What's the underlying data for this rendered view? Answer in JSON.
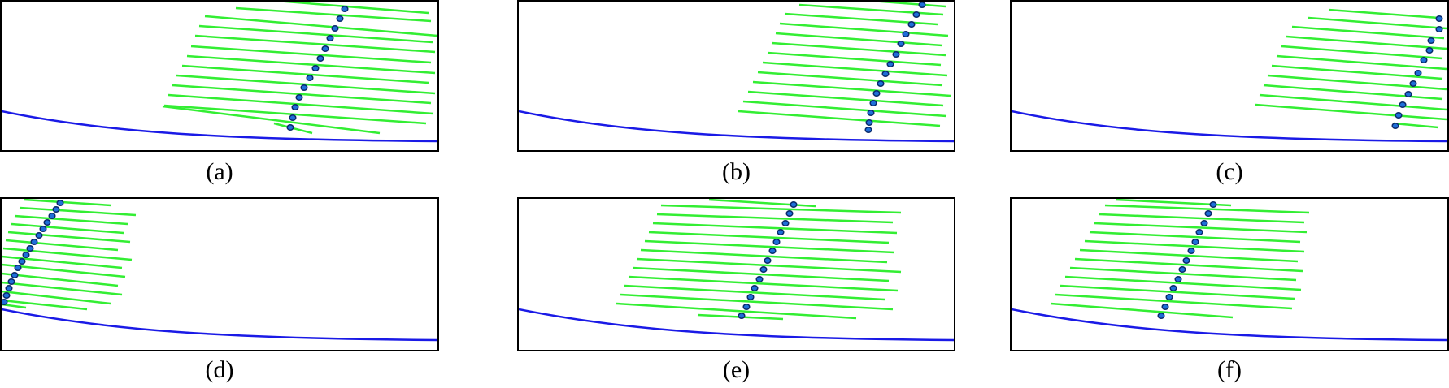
{
  "colors": {
    "frame": "#000000",
    "curve": "#1a1ae6",
    "lines": "#33ee33",
    "markers_fill": "#1f6fd9",
    "markers_stroke": "#0a2a6b"
  },
  "panels": [
    {
      "id": "a",
      "caption": "(a)"
    },
    {
      "id": "b",
      "caption": "(b)"
    },
    {
      "id": "c",
      "caption": "(c)"
    },
    {
      "id": "d",
      "caption": "(d)"
    },
    {
      "id": "e",
      "caption": "(e)"
    },
    {
      "id": "f",
      "caption": "(f)"
    }
  ]
}
